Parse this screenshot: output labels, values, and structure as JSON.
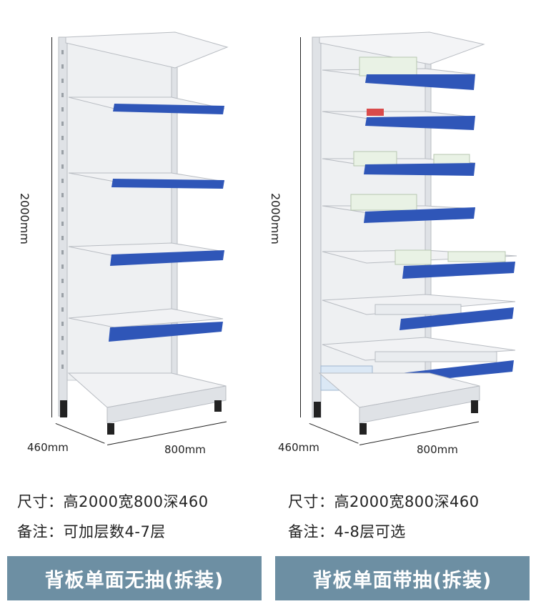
{
  "left": {
    "height_label": "2000mm",
    "depth_label": "460mm",
    "width_label": "800mm",
    "spec_size": "尺寸：高2000宽800深460",
    "spec_note": "备注：可加层数4-7层",
    "banner": "背板单面无抽(拆装)"
  },
  "right": {
    "height_label": "2000mm",
    "depth_label": "460mm",
    "width_label": "800mm",
    "spec_size": "尺寸：高2000宽800深460",
    "spec_note": "备注：4-8层可选",
    "banner": "背板单面带抽(拆装)"
  },
  "colors": {
    "shelf_blue": "#2f56b8",
    "frame": "#e9ecef",
    "banner": "#6d8fa3"
  }
}
